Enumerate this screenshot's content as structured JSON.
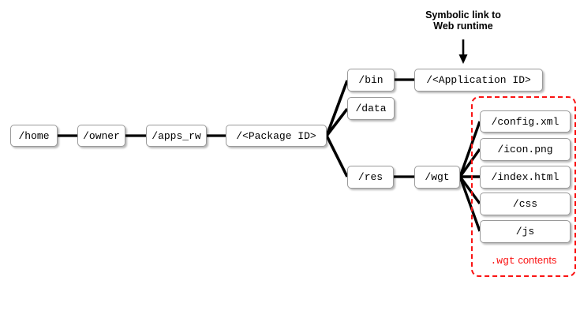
{
  "annotation": {
    "line1": "Symbolic link to",
    "line2": "Web runtime"
  },
  "nodes": {
    "home": "/home",
    "owner": "/owner",
    "apps_rw": "/apps_rw",
    "package_id": "/<Package ID>",
    "bin": "/bin",
    "data_dir": "/data",
    "application_id": "/<Application ID>",
    "res": "/res",
    "wgt": "/wgt",
    "config_xml": "/config.xml",
    "icon_png": "/icon.png",
    "index_html": "/index.html",
    "css_dir": "/css",
    "js_dir": "/js"
  },
  "wgt_group_caption": {
    "mono_part": ".wgt",
    "sans_part": " contents"
  },
  "colors": {
    "accent_red": "#fa1414",
    "line": "#000000",
    "box_border": "#9a9a9a",
    "box_bg": "#ffffff"
  }
}
